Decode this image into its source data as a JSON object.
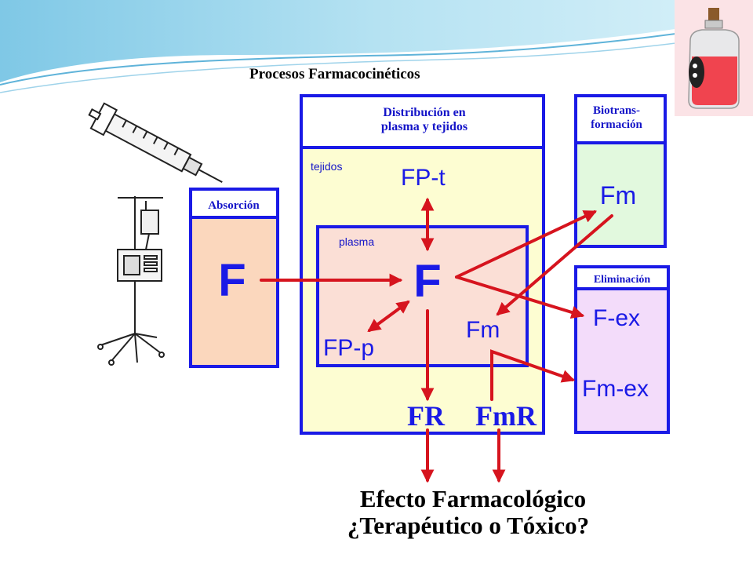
{
  "title": "Procesos Farmacocinéticos",
  "boxes": {
    "absorcion": {
      "header": "Absorción",
      "symbol": "F"
    },
    "distribucion": {
      "header_line1": "Distribución en",
      "header_line2": "plasma y tejidos",
      "tejidos_label": "tejidos",
      "fpt": "FP-t"
    },
    "plasma": {
      "label": "plasma",
      "f": "F",
      "fpp": "FP-p",
      "fm": "Fm"
    },
    "biotransformacion": {
      "header_line1": "Biotrans-",
      "header_line2": "formación",
      "fm": "Fm"
    },
    "eliminacion": {
      "header": "Eliminación",
      "fex": "F-ex",
      "fmex": "Fm-ex"
    }
  },
  "outputs": {
    "fr": "FR",
    "fmr": "FmR"
  },
  "effect": {
    "line1": "Efecto Farmacológico",
    "line2": "¿Terapéutico o Tóxico?"
  },
  "colors": {
    "box_border": "#1a1ae6",
    "arrow": "#d6141e",
    "absorcion_fill": "#fbd7bd",
    "distribucion_fill": "#fdfdd2",
    "plasma_fill": "#fbdfd6",
    "biotrans_fill": "#e2f9de",
    "eliminacion_fill": "#f3dcfa",
    "text_blue": "#1414c8"
  },
  "icons": [
    "syringe-icon",
    "iv-pump-icon",
    "poison-bottle-icon"
  ]
}
